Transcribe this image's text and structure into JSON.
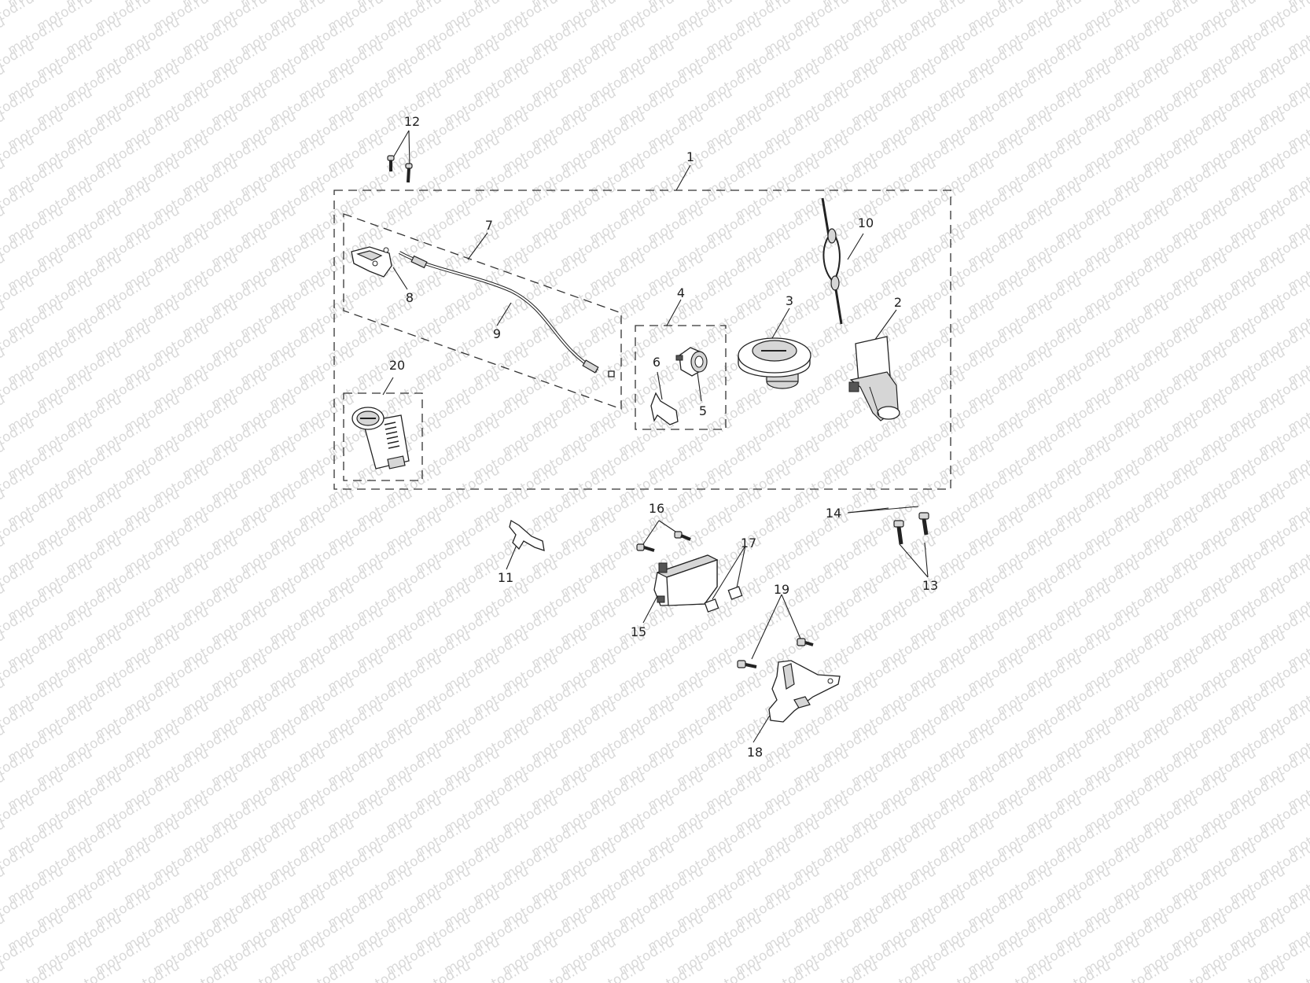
{
  "watermark": {
    "text": "motod.ru"
  },
  "callouts": [
    {
      "id": "1",
      "text": "1"
    },
    {
      "id": "2",
      "text": "2"
    },
    {
      "id": "3",
      "text": "3"
    },
    {
      "id": "4",
      "text": "4"
    },
    {
      "id": "5",
      "text": "5"
    },
    {
      "id": "6",
      "text": "6"
    },
    {
      "id": "7",
      "text": "7"
    },
    {
      "id": "8",
      "text": "8"
    },
    {
      "id": "9",
      "text": "9"
    },
    {
      "id": "10",
      "text": "10"
    },
    {
      "id": "11",
      "text": "11"
    },
    {
      "id": "12",
      "text": "12"
    },
    {
      "id": "13",
      "text": "13"
    },
    {
      "id": "14",
      "text": "14"
    },
    {
      "id": "15",
      "text": "15"
    },
    {
      "id": "16",
      "text": "16"
    },
    {
      "id": "17",
      "text": "17"
    },
    {
      "id": "18",
      "text": "18"
    },
    {
      "id": "19",
      "text": "19"
    },
    {
      "id": "20",
      "text": "20"
    }
  ]
}
